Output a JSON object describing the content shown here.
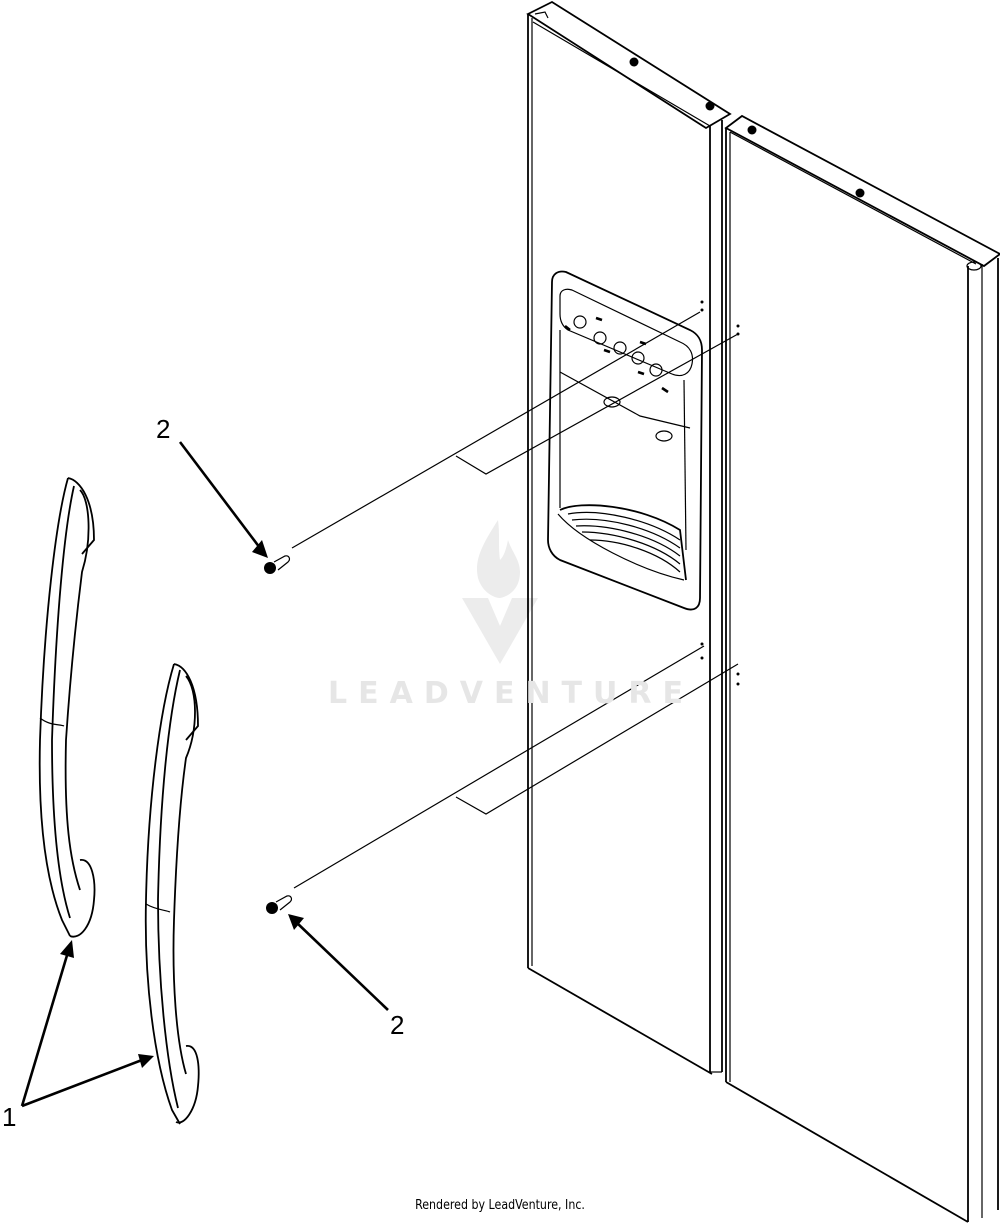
{
  "diagram": {
    "subject": "Side-by-side refrigerator doors with handles (exploded view)",
    "callouts": [
      {
        "id": "callout-1",
        "label": "1",
        "part": "door-handle",
        "count": 2
      },
      {
        "id": "callout-2a",
        "label": "2",
        "part": "handle-screw"
      },
      {
        "id": "callout-2b",
        "label": "2",
        "part": "handle-screw"
      }
    ],
    "watermark": {
      "text": "LEADVENTURE",
      "color": "#e6e6e6"
    },
    "footer": {
      "text": "Rendered by LeadVenture, Inc."
    },
    "colors": {
      "line": "#000000",
      "background": "#ffffff",
      "watermark": "#e6e6e6"
    }
  }
}
